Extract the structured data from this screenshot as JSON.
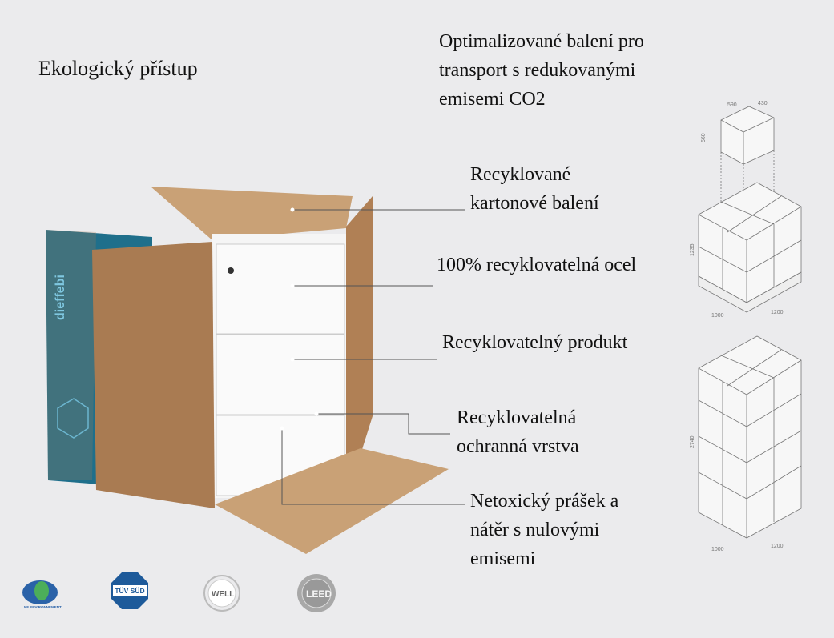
{
  "title": "Ekologický přístup",
  "headline": [
    "Optimalizované balení pro",
    "transport s redukovanými",
    "emisemi CO2"
  ],
  "features": [
    {
      "lines": [
        "Recyklované",
        "kartonové balení"
      ]
    },
    {
      "lines": [
        "100% recyklovatelná ocel"
      ]
    },
    {
      "lines": [
        "Recyklovatelný produkt"
      ]
    },
    {
      "lines": [
        "Recyklovatelná",
        "ochranná vrstva"
      ]
    },
    {
      "lines": [
        "Netoxický prášek a",
        "nátěr s nulovými",
        "emisemi"
      ]
    }
  ],
  "box_brand": "dieffebi",
  "dimensions": {
    "box": [
      "590",
      "430",
      "560"
    ],
    "pallet1": [
      "1235",
      "1000",
      "1200"
    ],
    "pallet2": [
      "2740",
      "1000",
      "1200"
    ]
  },
  "certifications": [
    "NF ENVIRONNEMENT",
    "TÜV SÜD",
    "WELL",
    "LEED"
  ],
  "colors": {
    "cardboard": "#a97b52",
    "inner": "#c9a176",
    "blue_panel": "#1f6f8b",
    "background": "#ebebed"
  }
}
